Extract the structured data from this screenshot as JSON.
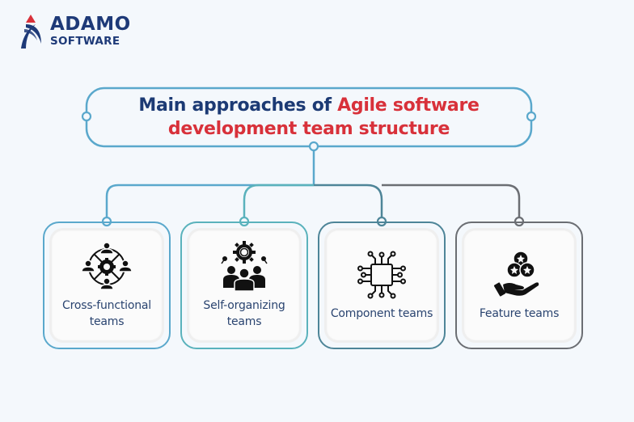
{
  "logo": {
    "brand_line1": "ADAMO",
    "brand_line2": "SOFTWARE",
    "colors": {
      "navy": "#1e3a78",
      "red": "#d8313a"
    }
  },
  "title": {
    "line1_dark": "Main approaches of ",
    "line1_red": "Agile software",
    "line2_red": "development team structure",
    "colors": {
      "dark": "#1c3a74",
      "red": "#d8313a",
      "border": "#5aa8cc"
    }
  },
  "cards": [
    {
      "label": "Cross-functional teams",
      "icon": "team-network-gear-icon",
      "border_color": "#5aa8cc"
    },
    {
      "label": "Self-organizing teams",
      "icon": "team-gear-group-icon",
      "border_color": "#5ab2bc"
    },
    {
      "label": "Component teams",
      "icon": "microchip-circuit-icon",
      "border_color": "#4e8598"
    },
    {
      "label": "Feature teams",
      "icon": "hand-stars-icon",
      "border_color": "#6b6e73"
    }
  ],
  "background": "#f4f8fc"
}
